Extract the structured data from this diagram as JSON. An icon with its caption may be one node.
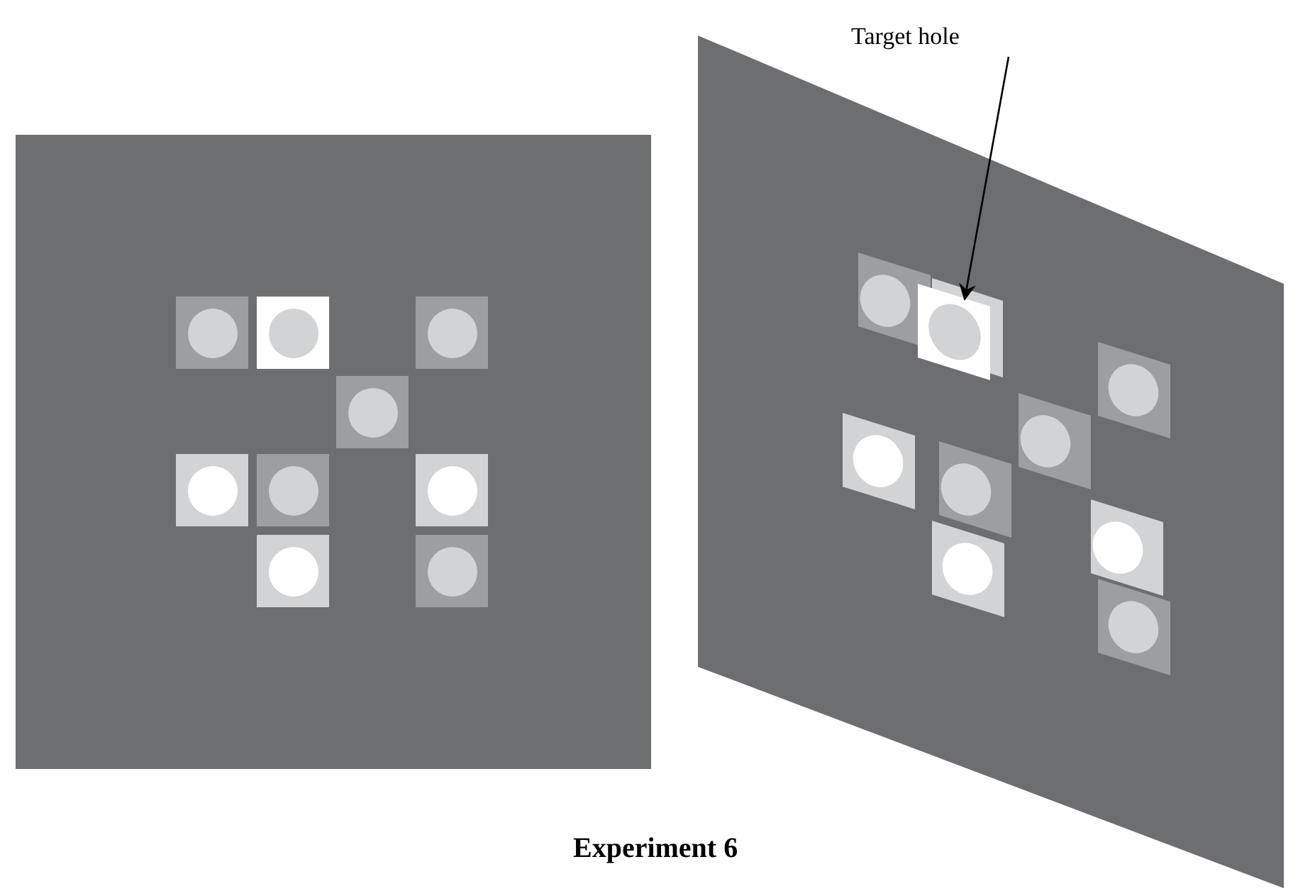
{
  "diagram": {
    "title": "Experiment 6",
    "nodes": [
      {
        "text": [
          "Target hole"
        ]
      },
      {
        "text": [],
        "shape": "box"
      }
    ],
    "edges": [
      {
        "from": 0,
        "to": 1,
        "arrow": "to"
      }
    ]
  }
}
